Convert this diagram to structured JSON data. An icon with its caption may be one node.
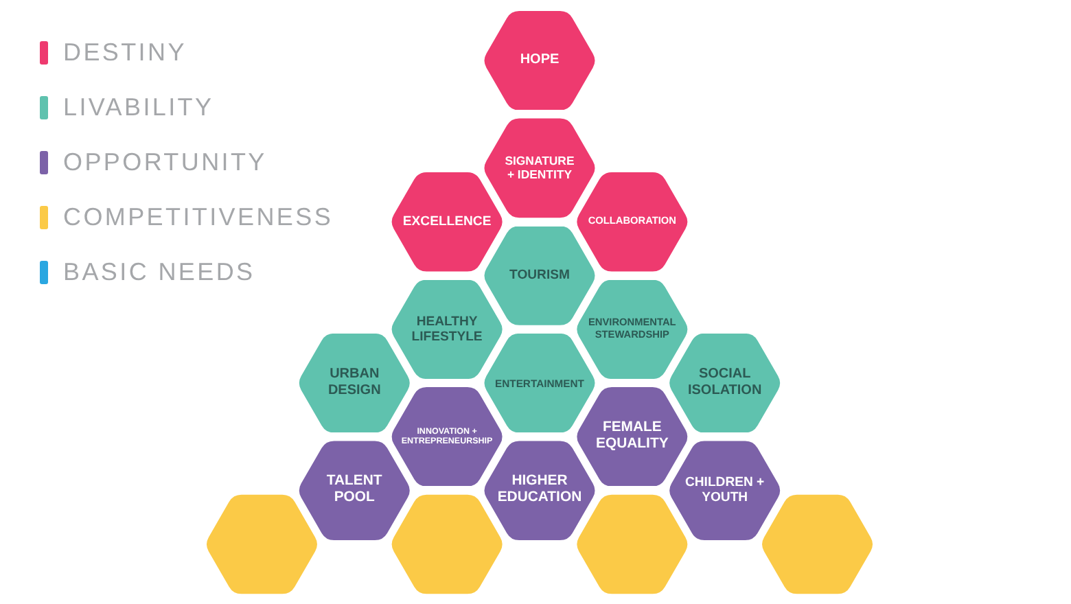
{
  "diagram": {
    "nodes": [
      {
        "text": [
          "HOPE"
        ]
      },
      {
        "text": [
          "SIGNATURE + IDENTITY"
        ]
      },
      {
        "text": [
          "EXCELLENCE"
        ]
      },
      {
        "text": [
          "COLLABORATION"
        ]
      },
      {
        "text": [
          "TOURISM"
        ]
      },
      {
        "text": [
          "HEALTHY LIFESTYLE"
        ]
      },
      {
        "text": [
          "ENVIRONMENTAL STEWARDSHIP"
        ]
      },
      {
        "text": [
          "URBAN DESIGN"
        ]
      },
      {
        "text": [
          "ENTERTAINMENT"
        ]
      },
      {
        "text": [
          "SOCIAL ISOLATION"
        ]
      },
      {
        "text": [
          "INNOVATION + ENTREPRENEURSHIP"
        ]
      },
      {
        "text": [
          "FEMALE EQUALITY"
        ]
      },
      {
        "text": [
          "TALENT POOL"
        ]
      },
      {
        "text": [
          "HIGHER EDUCATION"
        ]
      },
      {
        "text": [
          "CHILDREN + YOUTH"
        ]
      },
      {
        "text": [],
        "shape": "hexagon"
      },
      {
        "text": [],
        "shape": "hexagon"
      },
      {
        "text": [],
        "shape": "hexagon"
      },
      {
        "text": [],
        "shape": "hexagon"
      }
    ],
    "legend": [
      {
        "text": "DESTINY",
        "color": "#ee3a6f"
      },
      {
        "text": "LIVABILITY",
        "color": "#5fc2ae"
      },
      {
        "text": "OPPORTUNITY",
        "color": "#7c62a8"
      },
      {
        "text": "COMPETITIVENESS",
        "color": "#fbca47"
      },
      {
        "text": "BASIC NEEDS",
        "color": "#2aa7e1"
      }
    ]
  }
}
